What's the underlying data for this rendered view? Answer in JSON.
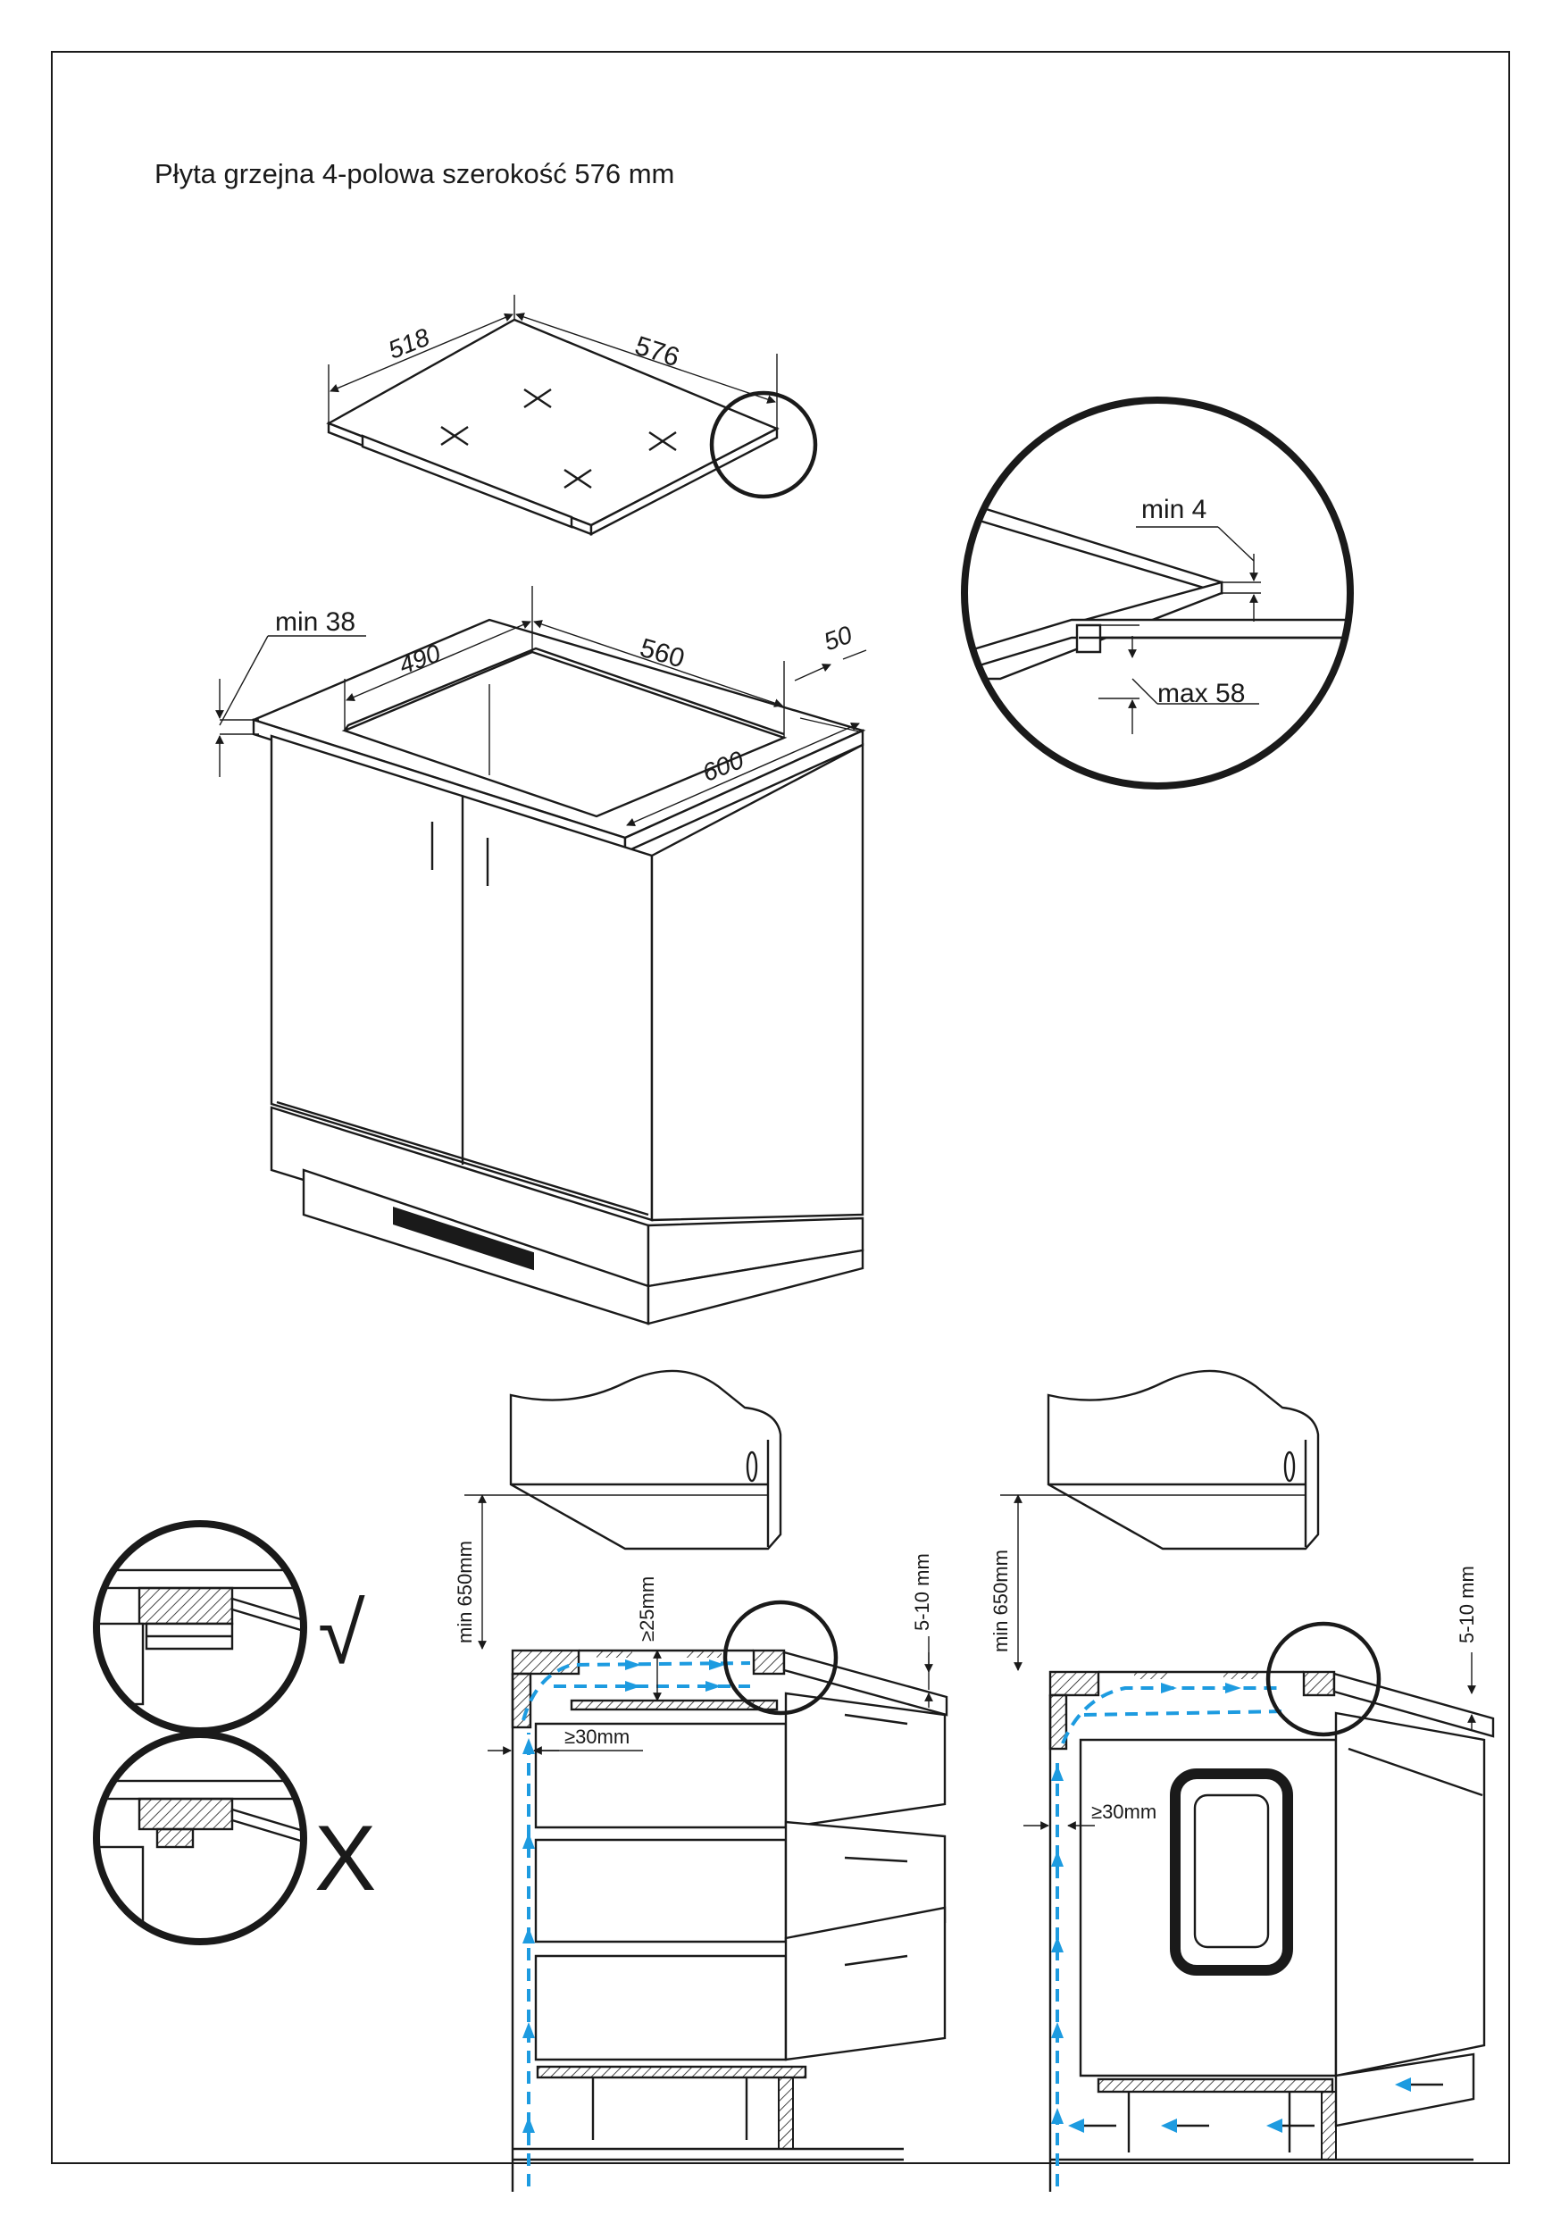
{
  "title": "Płyta grzejna 4-polowa szerokość 576 mm",
  "hob": {
    "depth_label": "518",
    "width_label": "576"
  },
  "detail": {
    "min_gap_label": "min 4",
    "max_depth_label": "max 58"
  },
  "cabinet": {
    "worktop_label": "min 38",
    "cutout_depth_label": "490",
    "cutout_width_label": "560",
    "edge_label": "50",
    "cabinet_width_label": "600"
  },
  "mounting": {
    "correct_symbol": "√",
    "wrong_symbol": "X"
  },
  "installation_left": {
    "height_label": "min 650mm",
    "air_gap_label": "≥25mm",
    "top_gap_label": "5-10 mm",
    "side_gap_label": "≥30mm"
  },
  "installation_right": {
    "height_label": "min 650mm",
    "top_gap_label": "5-10 mm",
    "side_gap_label": "≥30mm"
  },
  "colors": {
    "line": "#1a1a1a",
    "airflow": "#1d9be0"
  }
}
